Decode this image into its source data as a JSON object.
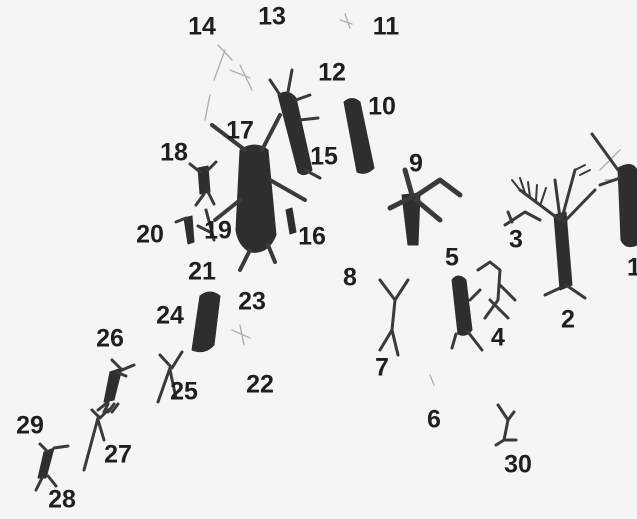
{
  "labels": {
    "n1": "1",
    "n2": "2",
    "n3": "3",
    "n4": "4",
    "n5": "5",
    "n6": "6",
    "n7": "7",
    "n8": "8",
    "n9": "9",
    "n10": "10",
    "n11": "11",
    "n12": "12",
    "n13": "13",
    "n14": "14",
    "n15": "15",
    "n16": "16",
    "n17": "17",
    "n18": "18",
    "n19": "19",
    "n20": "20",
    "n21": "21",
    "n22": "22",
    "n23": "23",
    "n24": "24",
    "n25": "25",
    "n26": "26",
    "n27": "27",
    "n28": "28",
    "n29": "29",
    "n30": "30"
  }
}
